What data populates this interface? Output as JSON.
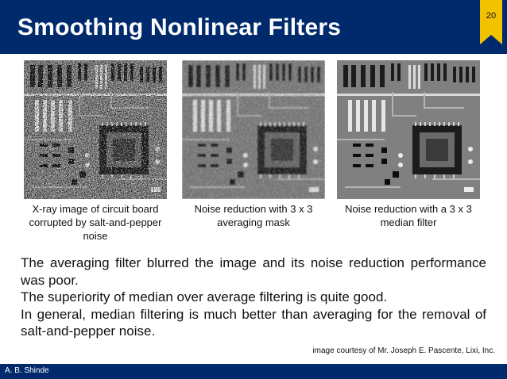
{
  "slide": {
    "title": "Smoothing Nonlinear Filters",
    "page_number": "20",
    "figures": [
      {
        "caption": "X-ray image of circuit board corrupted by salt-and-pepper noise"
      },
      {
        "caption": "Noise reduction with 3 x 3 averaging mask"
      },
      {
        "caption": "Noise reduction with a 3 x 3 median filter"
      }
    ],
    "body": [
      "The averaging filter blurred the image and its noise reduction performance was poor.",
      "The superiority of median over average filtering is quite good.",
      "In general, median filtering is much better than averaging for the removal of salt-and-pepper noise."
    ],
    "courtesy": "image courtesy of Mr. Joseph E. Pascente, Lixi, Inc.",
    "author": "A. B. Shinde"
  },
  "colors": {
    "header_bg": "#002a6c",
    "badge": "#f2c200"
  }
}
